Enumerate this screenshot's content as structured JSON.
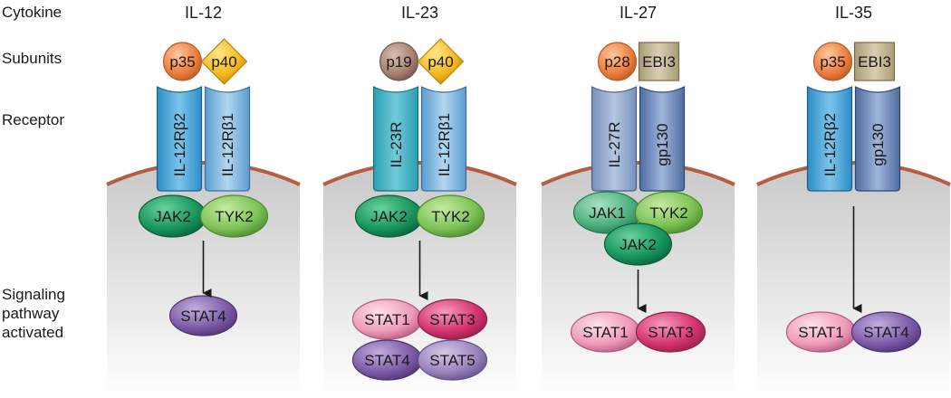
{
  "row_labels": {
    "cytokine": "Cytokine",
    "subunits": "Subunits",
    "receptor": "Receptor",
    "signaling": [
      "Signaling",
      "pathway",
      "activated"
    ]
  },
  "panels": [
    {
      "name": "IL-12",
      "subunits": [
        {
          "label": "p35",
          "shape": "circle",
          "color": "orange"
        },
        {
          "label": "p40",
          "shape": "diamond",
          "color": "yellow"
        }
      ],
      "receptors": [
        {
          "label": "IL-12Rβ2",
          "color": "blue"
        },
        {
          "label": "IL-12Rβ1",
          "color": "lightblue"
        }
      ],
      "kinases": [
        {
          "label": "JAK2",
          "color": "darkgreen"
        },
        {
          "label": "TYK2",
          "color": "lightgreen"
        }
      ],
      "stats": [
        {
          "label": "STAT4",
          "color": "purple"
        }
      ]
    },
    {
      "name": "IL-23",
      "subunits": [
        {
          "label": "p19",
          "shape": "circle",
          "color": "brown"
        },
        {
          "label": "p40",
          "shape": "diamond",
          "color": "yellow"
        }
      ],
      "receptors": [
        {
          "label": "IL-23R",
          "color": "teal"
        },
        {
          "label": "IL-12Rβ1",
          "color": "lightblue"
        }
      ],
      "kinases": [
        {
          "label": "JAK2",
          "color": "darkgreen"
        },
        {
          "label": "TYK2",
          "color": "lightgreen"
        }
      ],
      "stats": [
        {
          "label": "STAT1",
          "color": "pink"
        },
        {
          "label": "STAT3",
          "color": "magenta"
        },
        {
          "label": "STAT4",
          "color": "purple"
        },
        {
          "label": "STAT5",
          "color": "lavender"
        }
      ]
    },
    {
      "name": "IL-27",
      "subunits": [
        {
          "label": "p28",
          "shape": "circle",
          "color": "orange"
        },
        {
          "label": "EBI3",
          "shape": "square",
          "color": "khaki"
        }
      ],
      "receptors": [
        {
          "label": "IL-27R",
          "color": "slate"
        },
        {
          "label": "gp130",
          "color": "navy"
        }
      ],
      "kinases": [
        {
          "label": "JAK1",
          "color": "mintgreen"
        },
        {
          "label": "TYK2",
          "color": "lightgreen"
        },
        {
          "label": "JAK2",
          "color": "darkgreen"
        }
      ],
      "stats": [
        {
          "label": "STAT1",
          "color": "pink"
        },
        {
          "label": "STAT3",
          "color": "magenta"
        }
      ]
    },
    {
      "name": "IL-35",
      "subunits": [
        {
          "label": "p35",
          "shape": "circle",
          "color": "orange"
        },
        {
          "label": "EBI3",
          "shape": "square",
          "color": "khaki"
        }
      ],
      "receptors": [
        {
          "label": "IL-12Rβ2",
          "color": "blue"
        },
        {
          "label": "gp130",
          "color": "navy"
        }
      ],
      "kinases": [],
      "stats": [
        {
          "label": "STAT1",
          "color": "pink"
        },
        {
          "label": "STAT4",
          "color": "purple"
        }
      ]
    }
  ],
  "colors": {
    "orange": [
      "#ffc9a0",
      "#ee7d3e",
      "#b85a22"
    ],
    "yellow": [
      "#ffe88a",
      "#f2b51c",
      "#b98610"
    ],
    "brown": [
      "#d8c0b0",
      "#a88272",
      "#72574b"
    ],
    "khaki": [
      "#d8cfb4",
      "#aa9b75",
      "#776a4a"
    ],
    "blue": [
      "#7cc4ea",
      "#2c8dc8",
      "#1a5f8c"
    ],
    "lightblue": [
      "#b2d6ee",
      "#5a9dd0",
      "#38709a"
    ],
    "teal": [
      "#70cbd8",
      "#2a9fb4",
      "#1a6d7c"
    ],
    "slate": [
      "#b5c6e0",
      "#7790bc",
      "#4c6189"
    ],
    "navy": [
      "#9fb4d8",
      "#4f6ca2",
      "#2f4670"
    ],
    "darkgreen": [
      "#6ad19c",
      "#16955e",
      "#0c5e3a"
    ],
    "lightgreen": [
      "#c6eaa2",
      "#7cc254",
      "#4c8a30"
    ],
    "mintgreen": [
      "#a8e2c2",
      "#4aaf7e",
      "#2a7a52"
    ],
    "purple": [
      "#c2aedc",
      "#7c5aa8",
      "#4e3472"
    ],
    "lavender": [
      "#d6c8e6",
      "#9882bc",
      "#64528a"
    ],
    "pink": [
      "#fde0ea",
      "#ef9ab8",
      "#b45a80"
    ],
    "magenta": [
      "#f59cbc",
      "#d4326e",
      "#92204a"
    ],
    "membrane": "#b85c40",
    "cell_top": "#c8c8c8",
    "cell_bottom": "#ffffff"
  }
}
